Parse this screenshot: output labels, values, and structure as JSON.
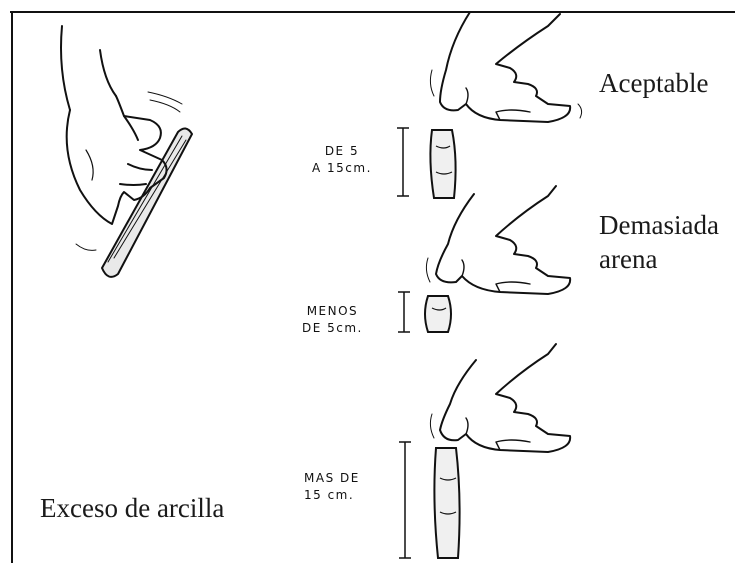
{
  "labels": {
    "aceptable": "Aceptable",
    "demasiada_line1": "Demasiada",
    "demasiada_line2": "arena",
    "exceso": "Exceso de arcilla"
  },
  "measures": {
    "aceptable_line1": "DE 5",
    "aceptable_line2": "A 15cm.",
    "arena_line1": "MENOS",
    "arena_line2": "DE 5cm.",
    "arcilla_line1": "MAS DE",
    "arcilla_line2": "15 cm."
  }
}
